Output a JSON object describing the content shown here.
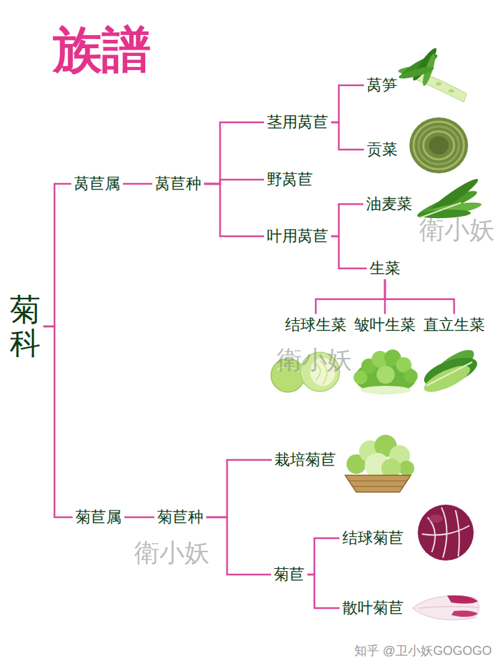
{
  "diagram": {
    "title": "族譜",
    "nodes": [
      {
        "text": [
          "菊科"
        ]
      },
      {
        "text": [
          "莴苣属"
        ]
      },
      {
        "text": [
          "莴苣种"
        ]
      },
      {
        "text": [
          "茎用莴苣"
        ]
      },
      {
        "text": [
          "莴笋"
        ]
      },
      {
        "text": [
          "贡菜"
        ]
      },
      {
        "text": [
          "野莴苣"
        ]
      },
      {
        "text": [
          "叶用莴苣"
        ]
      },
      {
        "text": [
          "油麦菜"
        ]
      },
      {
        "text": [
          "生菜"
        ]
      },
      {
        "text": [
          "结球生菜"
        ]
      },
      {
        "text": [
          "皱叶生菜"
        ]
      },
      {
        "text": [
          "直立生菜"
        ]
      },
      {
        "text": [
          "菊苣属"
        ]
      },
      {
        "text": [
          "菊苣种"
        ]
      },
      {
        "text": [
          "栽培菊苣"
        ]
      },
      {
        "text": [
          "菊苣"
        ]
      },
      {
        "text": [
          "结球菊苣"
        ]
      },
      {
        "text": [
          "散叶菊苣"
        ]
      }
    ],
    "edges": [
      {
        "from": 0,
        "to": 1,
        "arrow": "none"
      },
      {
        "from": 1,
        "to": 2,
        "arrow": "none"
      },
      {
        "from": 2,
        "to": 3,
        "arrow": "none"
      },
      {
        "from": 2,
        "to": 6,
        "arrow": "none"
      },
      {
        "from": 2,
        "to": 7,
        "arrow": "none"
      },
      {
        "from": 3,
        "to": 4,
        "arrow": "none"
      },
      {
        "from": 3,
        "to": 5,
        "arrow": "none"
      },
      {
        "from": 7,
        "to": 8,
        "arrow": "none"
      },
      {
        "from": 7,
        "to": 9,
        "arrow": "none"
      },
      {
        "from": 9,
        "to": 10,
        "arrow": "none"
      },
      {
        "from": 9,
        "to": 11,
        "arrow": "none"
      },
      {
        "from": 9,
        "to": 12,
        "arrow": "none"
      },
      {
        "from": 0,
        "to": 13,
        "arrow": "none"
      },
      {
        "from": 13,
        "to": 14,
        "arrow": "none"
      },
      {
        "from": 14,
        "to": 15,
        "arrow": "none"
      },
      {
        "from": 14,
        "to": 16,
        "arrow": "none"
      },
      {
        "from": 16,
        "to": 17,
        "arrow": "none"
      },
      {
        "from": 16,
        "to": 18,
        "arrow": "none"
      }
    ],
    "labels": [
      "衛小妖",
      "衛小妖",
      "衛小妖",
      "知乎 @卫小妖GOGOGO"
    ]
  }
}
